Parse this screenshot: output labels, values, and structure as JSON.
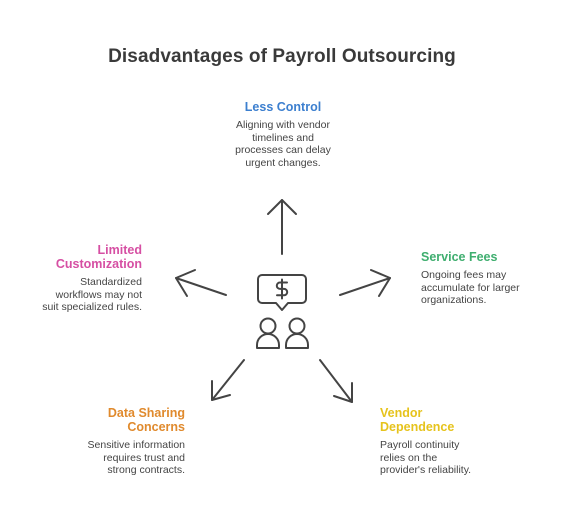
{
  "title": "Disadvantages of Payroll Outsourcing",
  "colors": {
    "less_control": "#3c7fcf",
    "limited_customization": "#d64fa3",
    "service_fees": "#3fae6f",
    "data_sharing": "#e08a2d",
    "vendor_dependence": "#e6c31c",
    "arrow": "#444444"
  },
  "center_icon": "payroll-people-dollar-icon",
  "items": {
    "less_control": {
      "heading": "Less Control",
      "desc_lines": [
        "Aligning with vendor",
        "timelines and",
        "processes can delay",
        "urgent changes."
      ]
    },
    "limited_customization": {
      "heading_lines": [
        "Limited",
        "Customization"
      ],
      "desc_lines": [
        "Standardized",
        "workflows may not",
        "suit specialized rules."
      ]
    },
    "service_fees": {
      "heading": "Service Fees",
      "desc_lines": [
        "Ongoing fees may",
        "accumulate for larger",
        "organizations."
      ]
    },
    "data_sharing": {
      "heading_lines": [
        "Data Sharing",
        "Concerns"
      ],
      "desc_lines": [
        "Sensitive information",
        "requires trust and",
        "strong contracts."
      ]
    },
    "vendor_dependence": {
      "heading_lines": [
        "Vendor",
        "Dependence"
      ],
      "desc_lines": [
        "Payroll continuity",
        "relies on the",
        "provider's reliability."
      ]
    }
  }
}
